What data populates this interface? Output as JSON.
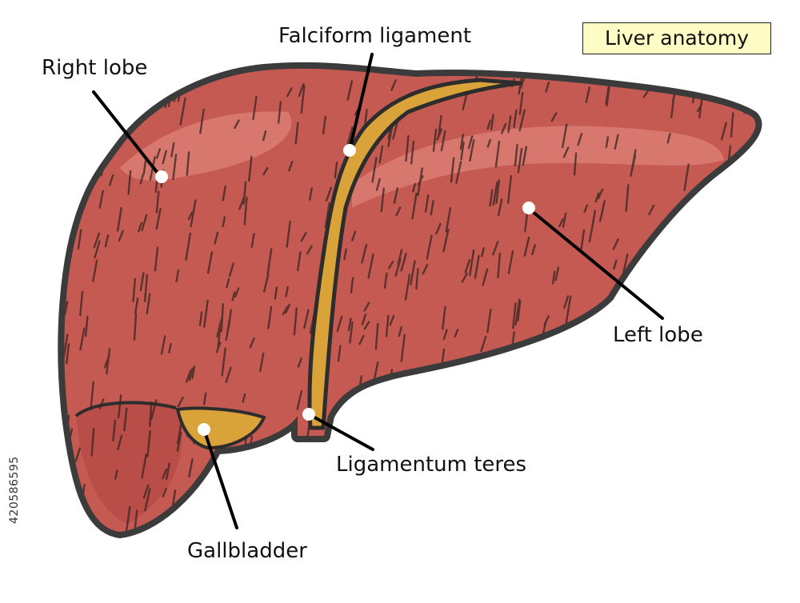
{
  "title": "Liver anatomy",
  "labels": {
    "right_lobe": "Right lobe",
    "falciform_ligament": "Falciform ligament",
    "left_lobe": "Left lobe",
    "ligamentum_teres": "Ligamentum teres",
    "gallbladder": "Gallbladder"
  },
  "stock_id": "420586595",
  "colors": {
    "liver_fill": "#c55a52",
    "liver_highlight": "#d97a70",
    "liver_outline": "#3b3b3b",
    "ligament_fill": "#d9a33a",
    "title_background": "#fdfcc4"
  }
}
